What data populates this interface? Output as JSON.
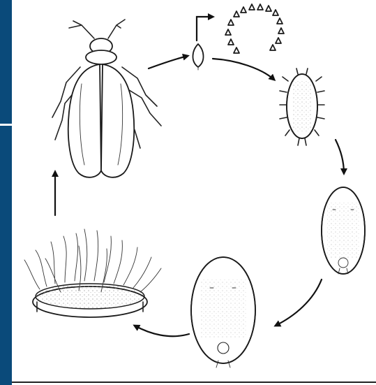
{
  "colors": {
    "sidebar": "#0a4a7a",
    "rule": "#222222",
    "ink": "#1a1a1a",
    "background": "#ffffff"
  },
  "diagram": {
    "stages": [
      {
        "id": "adult",
        "icon": "adult-whitefly-icon"
      },
      {
        "id": "egg",
        "icon": "egg-icon"
      },
      {
        "id": "egg-cluster",
        "icon": "egg-cluster-icon"
      },
      {
        "id": "first-instar",
        "icon": "crawler-icon"
      },
      {
        "id": "second-instar",
        "icon": "nymph-icon"
      },
      {
        "id": "third-instar",
        "icon": "nymph-icon"
      },
      {
        "id": "pupa",
        "icon": "pupa-case-icon"
      }
    ]
  }
}
